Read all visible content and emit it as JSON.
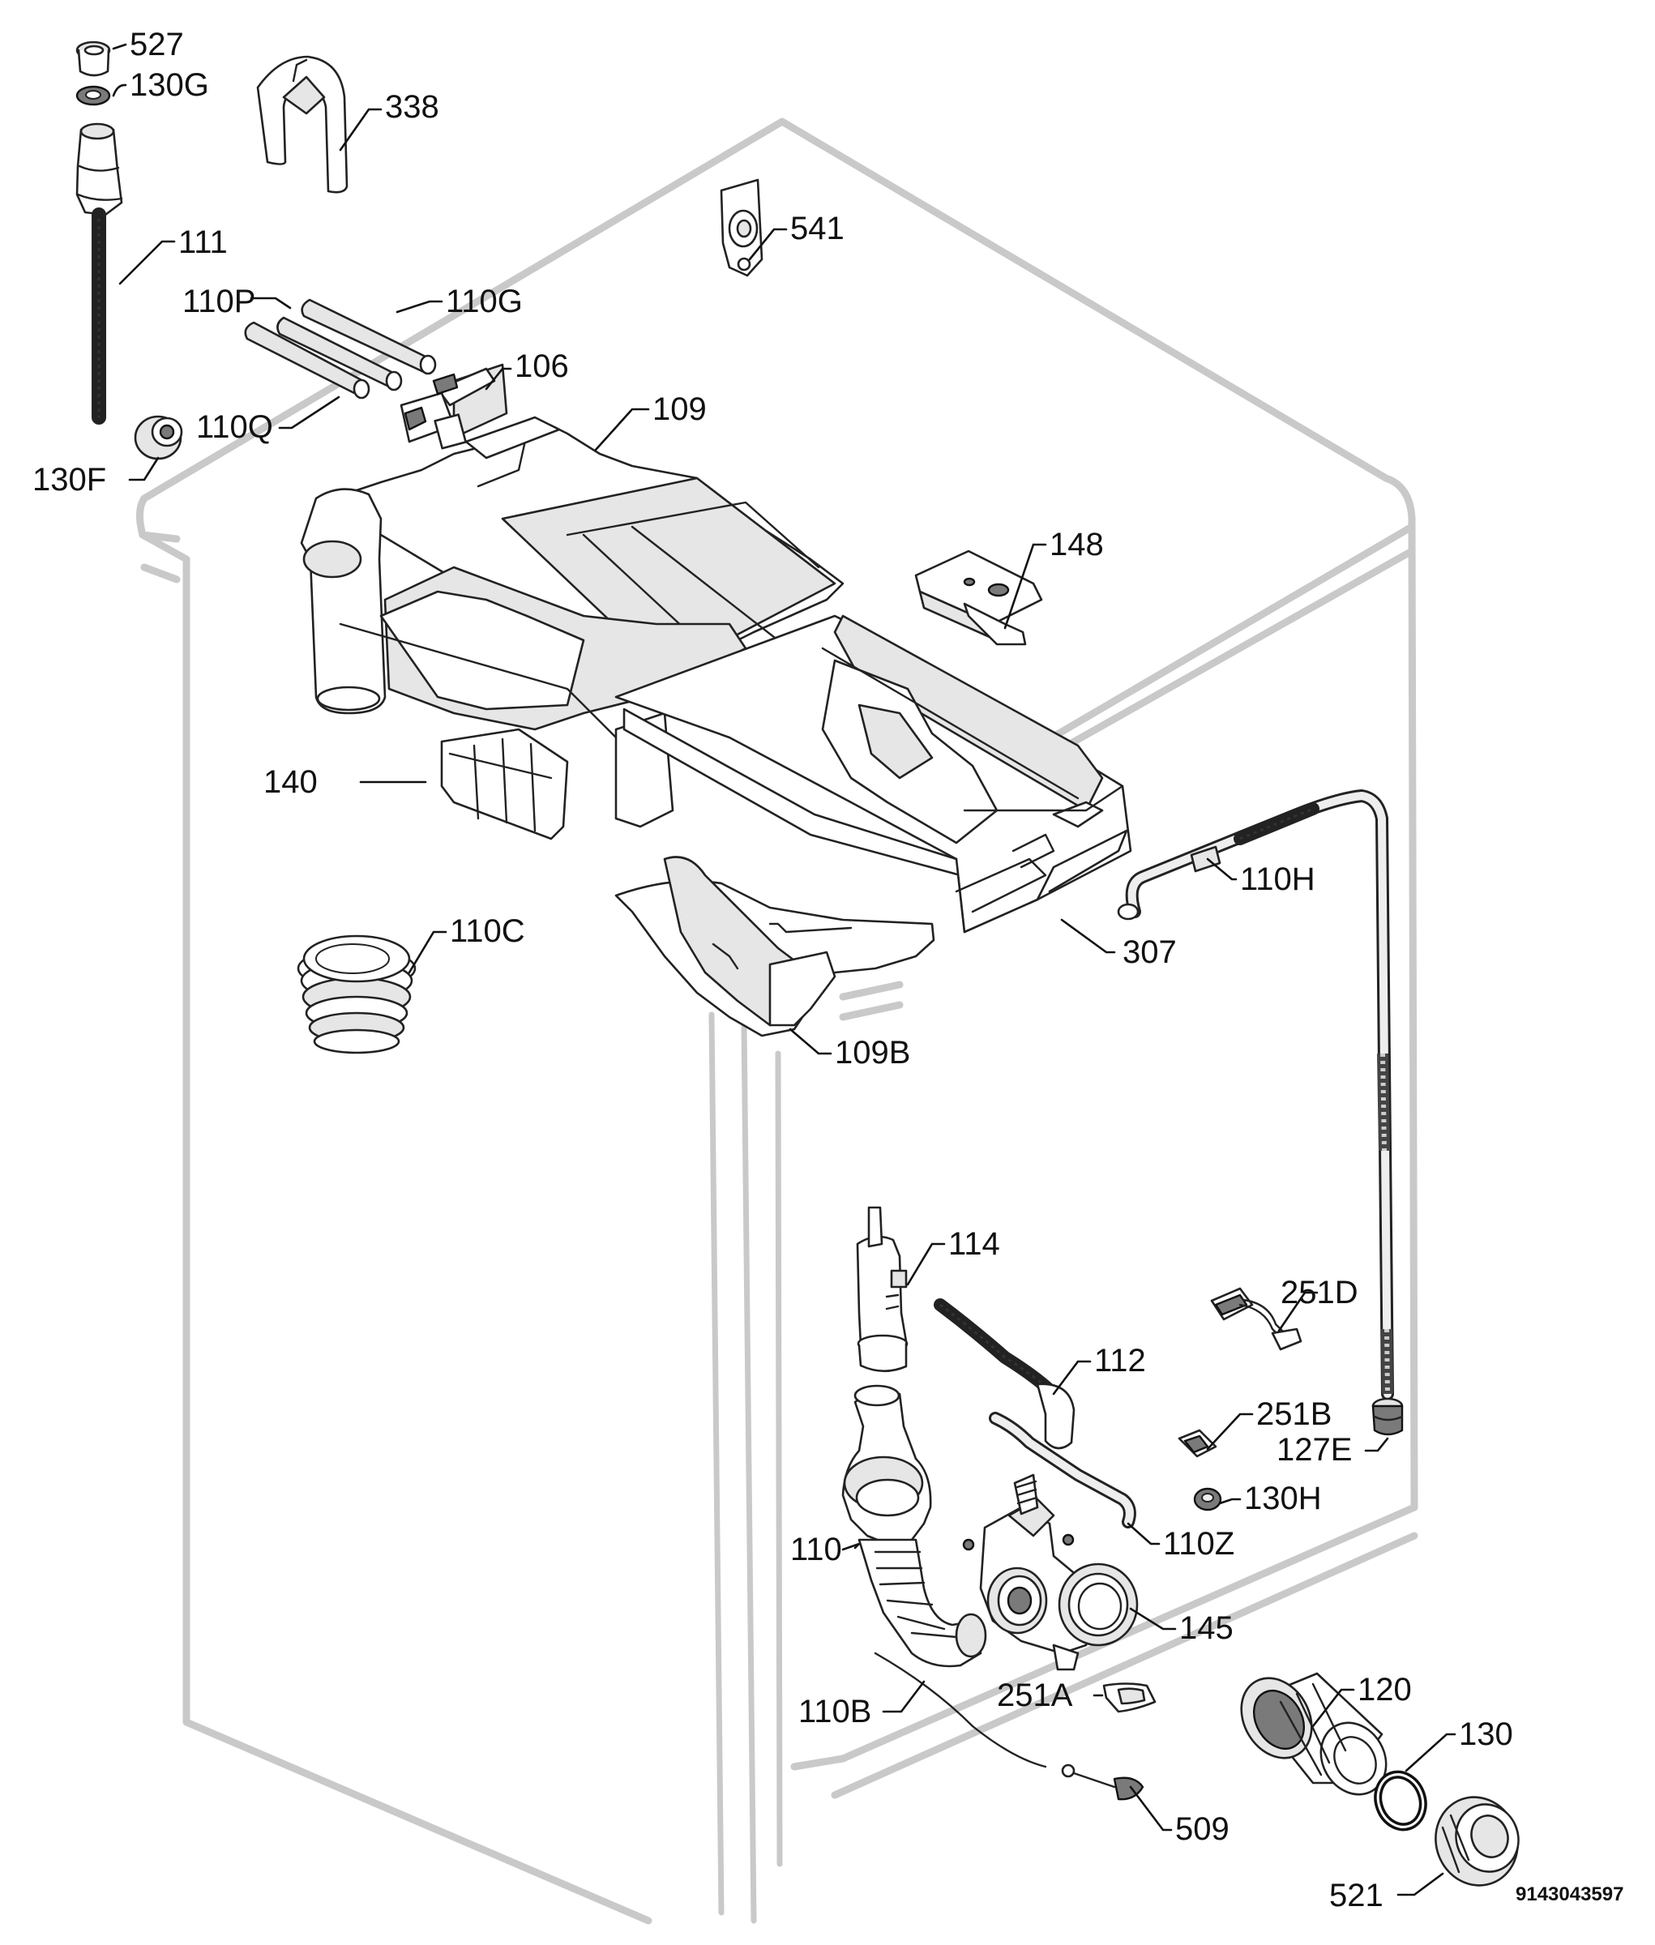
{
  "diagram": {
    "labels": {
      "p527": "527",
      "p130G": "130G",
      "p338": "338",
      "p111": "111",
      "p541": "541",
      "p110P": "110P",
      "p110G": "110G",
      "p106": "106",
      "p110Q": "110Q",
      "p109": "109",
      "p130F": "130F",
      "p148": "148",
      "p140": "140",
      "p110H": "110H",
      "p307": "307",
      "p110C": "110C",
      "p109B": "109B",
      "p114": "114",
      "p251D": "251D",
      "p112": "112",
      "p251B": "251B",
      "p127E": "127E",
      "p130H": "130H",
      "p110": "110",
      "p110Z": "110Z",
      "p145": "145",
      "p120": "120",
      "p110B": "110B",
      "p251A": "251A",
      "p130": "130",
      "p509": "509",
      "p521": "521"
    },
    "drawing_number": "9143043597"
  }
}
